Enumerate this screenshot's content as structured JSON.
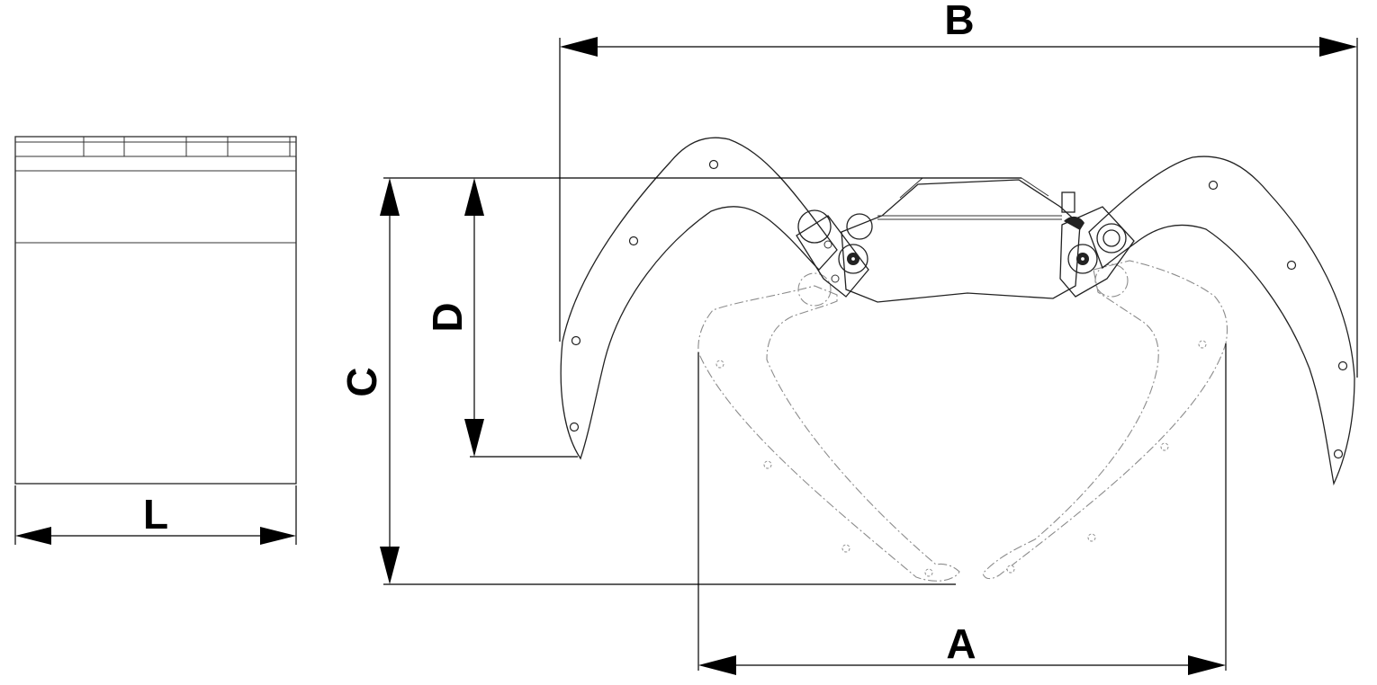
{
  "diagram": {
    "labels": {
      "a": "A",
      "b": "B",
      "c": "C",
      "d": "D",
      "l": "L"
    }
  }
}
